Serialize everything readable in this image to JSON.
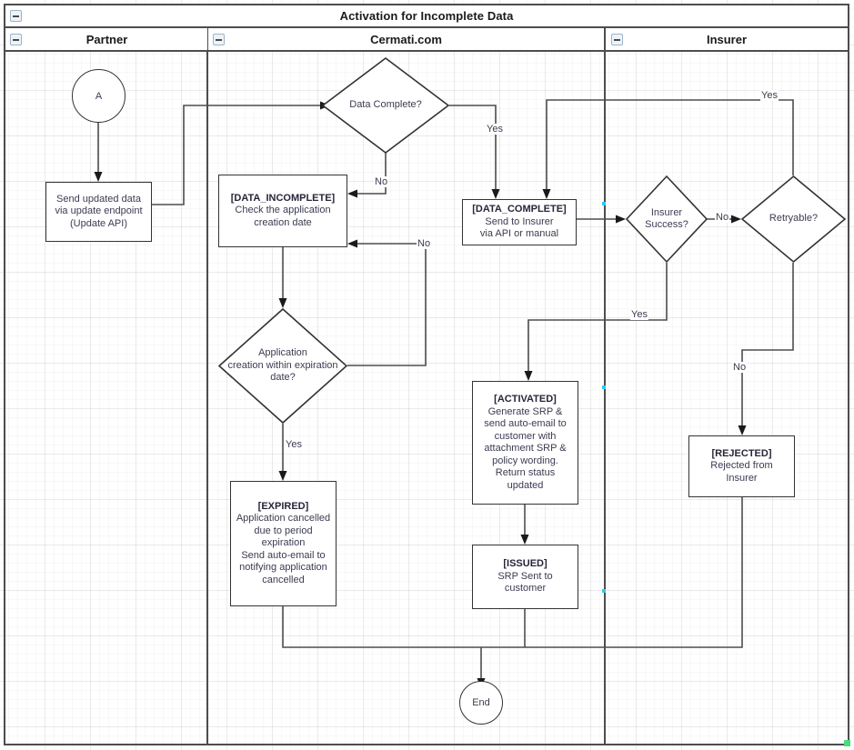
{
  "pool": {
    "title": "Activation for Incomplete Data"
  },
  "lanes": [
    {
      "id": "partner",
      "label": "Partner"
    },
    {
      "id": "cermati",
      "label": "Cermati.com"
    },
    {
      "id": "insurer",
      "label": "Insurer"
    }
  ],
  "nodes": {
    "start": {
      "label": "A"
    },
    "send_update": {
      "line1": "Send updated data",
      "line2": "via update endpoint",
      "line3": "(Update API)"
    },
    "data_complete_q": {
      "line1": "Data Complete?"
    },
    "data_incomplete": {
      "title": "[DATA_INCOMPLETE]",
      "line1": "Check the application",
      "line2": "creation date"
    },
    "data_complete": {
      "title": "[DATA_COMPLETE]",
      "line1": "Send to Insurer",
      "line2": "via API or manual"
    },
    "expiration_q": {
      "line1": "Application",
      "line2": "creation within expiration",
      "line3": "date?"
    },
    "expired": {
      "title": "[EXPIRED]",
      "line1": "Application cancelled",
      "line2": "due to period",
      "line3": "expiration",
      "line4": "Send auto-email to",
      "line5": "notifying application",
      "line6": "cancelled"
    },
    "insurer_success_q": {
      "line1": "Insurer",
      "line2": "Success?"
    },
    "retryable_q": {
      "line1": "Retryable?"
    },
    "activated": {
      "title": "[ACTIVATED]",
      "line1": "Generate SRP  &",
      "line2": "send auto-email to",
      "line3": "customer with",
      "line4": "attachment SRP &",
      "line5": "policy wording.",
      "line6": "Return status",
      "line7": "updated"
    },
    "issued": {
      "title": "[ISSUED]",
      "line1": "SRP Sent to",
      "line2": "customer"
    },
    "rejected": {
      "title": "[REJECTED]",
      "line1": "Rejected from",
      "line2": "Insurer"
    },
    "end": {
      "label": "End"
    }
  },
  "edge_labels": {
    "dc_yes": "Yes",
    "dc_no": "No",
    "exp_no": "No",
    "exp_yes": "Yes",
    "ins_no": "No",
    "ins_yes": "Yes",
    "retry_yes": "Yes",
    "retry_no": "No"
  },
  "colors": {
    "stroke": "#4d4d4d",
    "node_border": "#333333",
    "text": "#3b3b52",
    "title_text": "#262639",
    "canvas": "#ffffff",
    "collapse_border": "#9bb4cc",
    "handle": "#4ad97f"
  }
}
